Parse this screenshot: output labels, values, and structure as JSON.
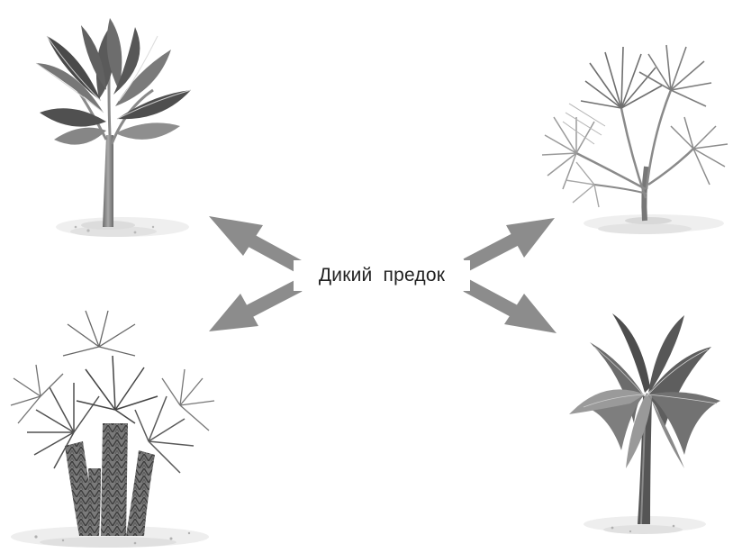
{
  "center_label": "Дикий  предок",
  "colors": {
    "arrow": "#8c8c8c",
    "ground": "#e9e9e9",
    "stem": "#7d7d7d",
    "leaf_dark": "#4f4f4f",
    "leaf_mid": "#8a8a8a",
    "leaf_light": "#bdbdbd"
  },
  "plants": [
    {
      "name": "broadleaf-plant",
      "icon": "broadleaf-plant-icon"
    },
    {
      "name": "fan-palm-plant",
      "icon": "fan-palm-icon"
    },
    {
      "name": "multi-trunk-palm",
      "icon": "multi-trunk-palm-icon"
    },
    {
      "name": "feather-palm",
      "icon": "feather-palm-icon"
    }
  ],
  "arrows": [
    {
      "name": "arrow-to-top-left",
      "direction": "top-left"
    },
    {
      "name": "arrow-to-top-right",
      "direction": "top-right"
    },
    {
      "name": "arrow-to-bottom-left",
      "direction": "bottom-left"
    },
    {
      "name": "arrow-to-bottom-right",
      "direction": "bottom-right"
    }
  ]
}
